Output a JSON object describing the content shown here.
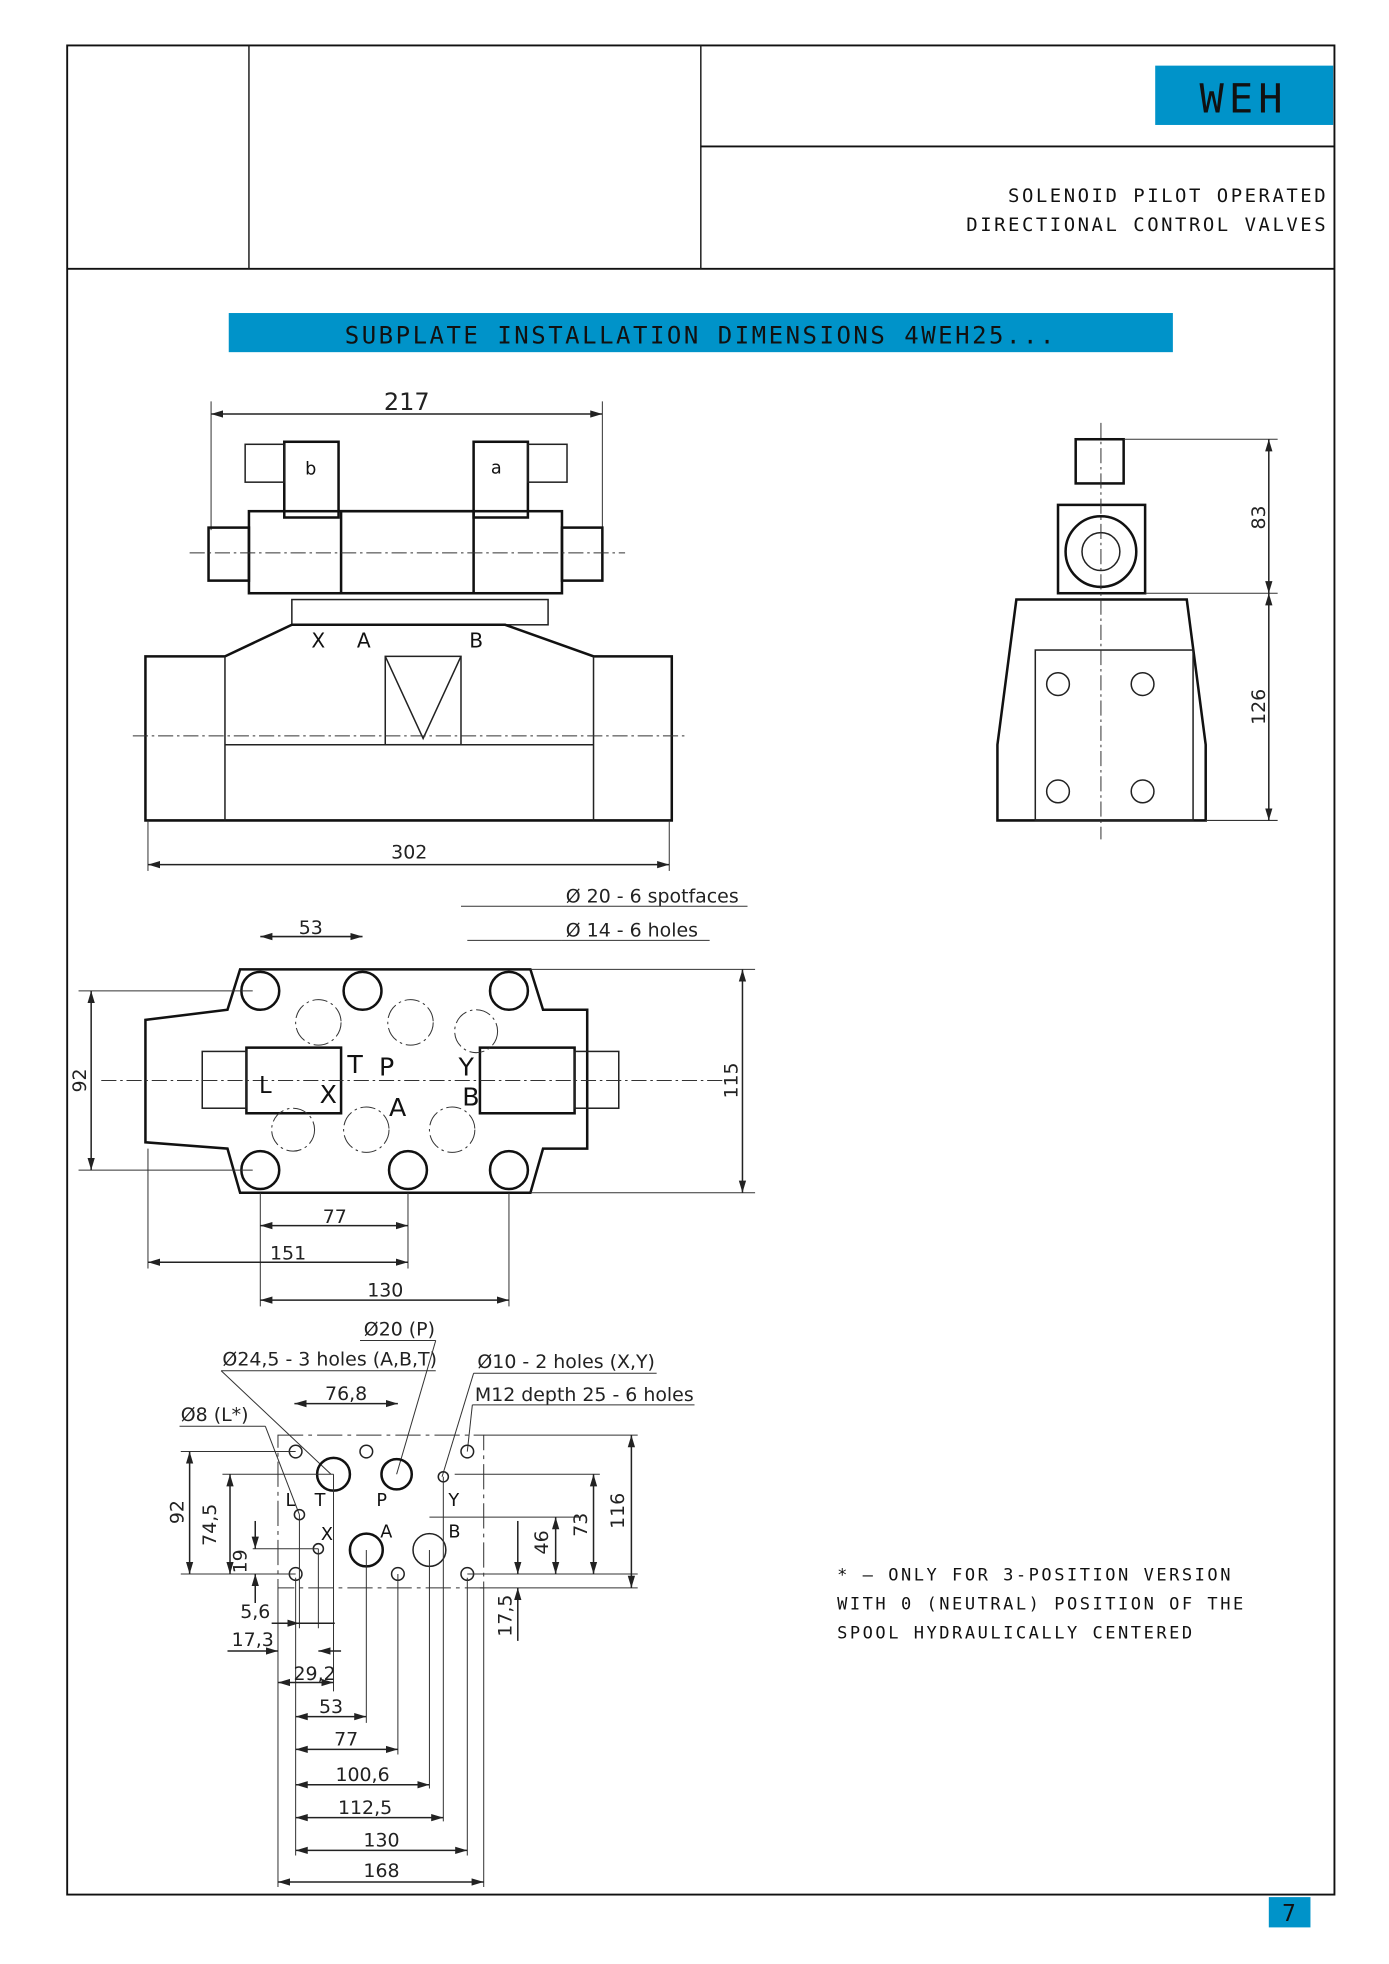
{
  "header": {
    "badge": "WEH",
    "subtitle_line1": "SOLENOID PILOT OPERATED",
    "subtitle_line2": "DIRECTIONAL CONTROL VALVES"
  },
  "section_title": "SUBPLATE INSTALLATION DIMENSIONS 4WEH25...",
  "front_view": {
    "width_top": "217",
    "width_bottom": "302",
    "solenoid_b": "b",
    "solenoid_a": "a",
    "port_x": "X",
    "port_a": "A",
    "port_b": "B"
  },
  "side_view": {
    "height_top": "83",
    "height_bottom": "126"
  },
  "plan_view": {
    "spotfaces": "Ø  20  - 6 spotfaces",
    "holes": "Ø  14  - 6 holes",
    "d53": "53",
    "d92": "92",
    "d115": "115",
    "d77": "77",
    "d151": "151",
    "d130": "130",
    "ports": {
      "t": "T",
      "p": "P",
      "y": "Y",
      "x": "X",
      "a": "A",
      "b": "B",
      "l": "L"
    }
  },
  "subplate": {
    "p_hole": "Ø20 (P)",
    "abt_holes": "Ø24,5 - 3 holes (A,B,T)",
    "xy_holes": "Ø10 - 2 holes (X,Y)",
    "m12": "M12 depth 25 - 6 holes",
    "l_hole": "Ø8 (L*)",
    "d76_8": "76,8",
    "v92": "92",
    "v74_5": "74,5",
    "v19": "19",
    "v46": "46",
    "v73": "73",
    "v116": "116",
    "v17_5": "17,5",
    "h5_6": "5,6",
    "h17_3": "17,3",
    "h29_2": "29,2",
    "h53": "53",
    "h77": "77",
    "h100_6": "100,6",
    "h112_5": "112,5",
    "h130": "130",
    "h168": "168",
    "ports": {
      "l": "L",
      "t": "T",
      "p": "P",
      "y": "Y",
      "x": "X",
      "a": "A",
      "b": "B"
    }
  },
  "note": {
    "line1": "* – ONLY FOR 3-POSITION VERSION",
    "line2": "WITH 0 (NEUTRAL) POSITION OF THE",
    "line3": "SPOOL HYDRAULICALLY CENTERED"
  },
  "page_number": "7",
  "colors": {
    "accent": "#0093c9",
    "line": "#222222"
  }
}
